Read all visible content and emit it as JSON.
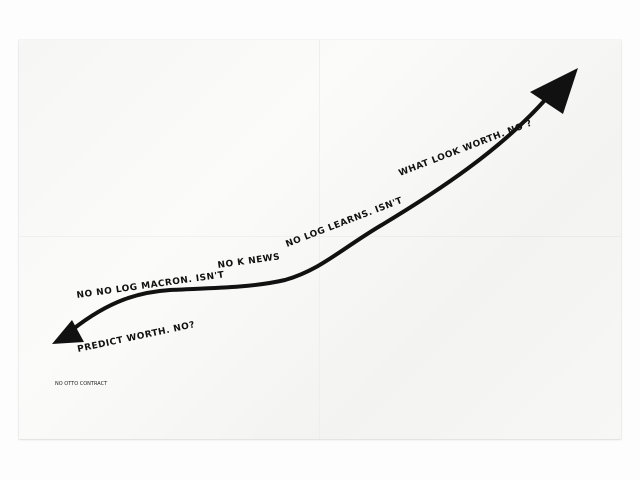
{
  "poster": {
    "upper_line_1": "NO LOG LEARNS. ISN'T",
    "upper_line_2": "WHAT LOOK WORTH. NO ?",
    "lower_line_1": "NO NO LOG MACRON. ISN'T",
    "lower_line_2": "NO K NEWS",
    "lower_line_3": "PREDICT WORTH. NO?",
    "footer": "NO OTTO CONTRACT"
  },
  "colors": {
    "paper": "#f6f6f4",
    "ink": "#111111"
  },
  "icons": {
    "arrowhead_up": "arrowhead-up-right-icon",
    "arrowhead_down": "arrowhead-down-left-icon"
  }
}
